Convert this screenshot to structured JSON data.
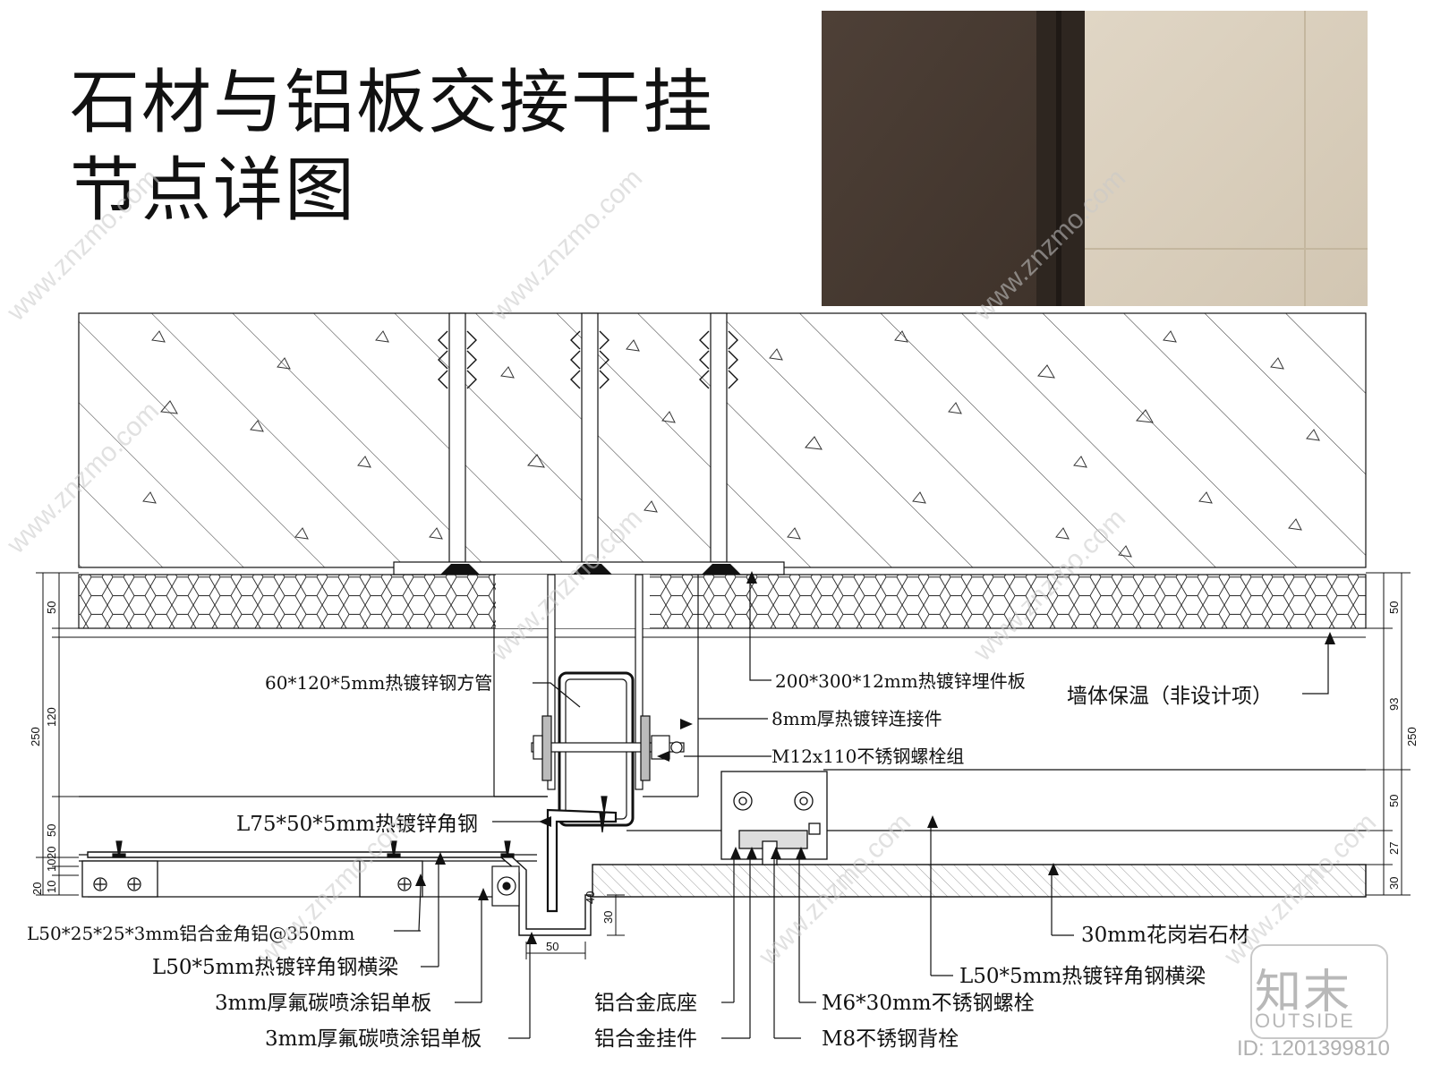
{
  "title": {
    "line1": "石材与铝板交接干挂",
    "line2": "节点详图"
  },
  "photo": {
    "colors": {
      "stone": "#4a3d33",
      "panel": "#ddd2c0",
      "line": "#cfc3ad"
    }
  },
  "labels": {
    "steel_tube": "60*120*5mm热镀锌钢方管",
    "embedded_plate": "200*300*12mm热镀锌埋件板",
    "insulation": "墙体保温（非设计项）",
    "connector": "8mm厚热镀锌连接件",
    "bolt_group": "M12x110不锈钢螺栓组",
    "angle_steel": "L75*50*5mm热镀锌角钢",
    "alu_angle": "L50*25*25*3mm铝合金角铝@350mm",
    "steel_beam_left": "L50*5mm热镀锌角钢横梁",
    "alu_panel_1": "3mm厚氟碳喷涂铝单板",
    "alu_panel_2": "3mm厚氟碳喷涂铝单板",
    "granite": "30mm花岗岩石材",
    "steel_beam_right": "L50*5mm热镀锌角钢横梁",
    "alu_base": "铝合金底座",
    "alu_hanger": "铝合金挂件",
    "m6_bolt": "M6*30mm不锈钢螺栓",
    "m8_bolt": "M8不锈钢背栓"
  },
  "dimensions": {
    "left_50_top": "50",
    "left_120": "120",
    "left_250": "250",
    "left_50_mid": "50",
    "left_20": "20",
    "left_10a": "10",
    "left_10b": "10",
    "left_20b": "20",
    "right_50_top": "50",
    "right_93": "93",
    "right_250": "250",
    "right_50_mid": "50",
    "right_27": "27",
    "right_30": "30",
    "bottom_50": "50",
    "bottom_30": "30",
    "small_40": "40"
  },
  "watermark": {
    "text": "www.znzmo.com",
    "logo_cn": "知末",
    "logo_en": "OUTSIDE",
    "id": "ID: 1201399810"
  }
}
